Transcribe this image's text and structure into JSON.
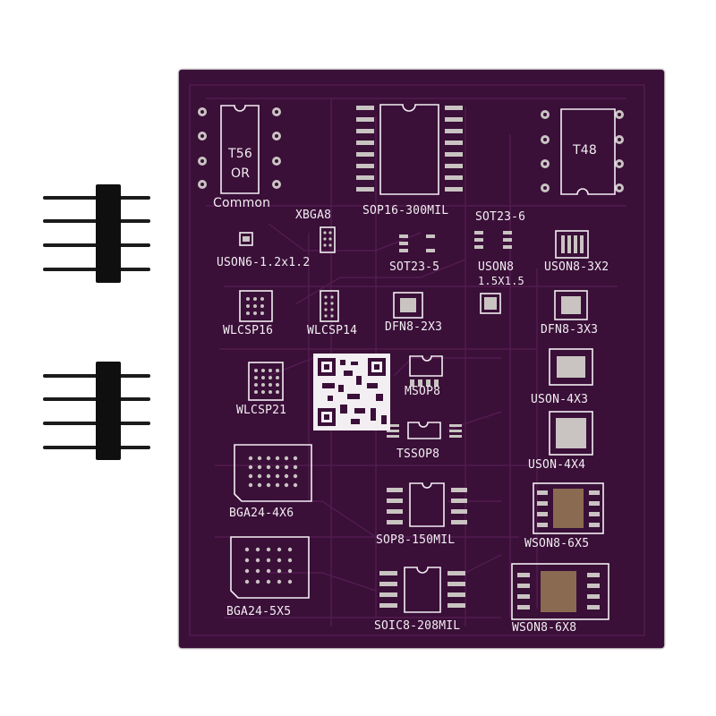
{
  "board": {
    "labels": {
      "t56": "T56",
      "or": "OR",
      "common": "Common",
      "t48": "T48",
      "sop16": "SOP16-300MIL",
      "xbga8": "XBGA8",
      "sot23_6": "SOT23-6",
      "uson6": "USON6-1.2x1.2",
      "sot23_5": "SOT23-5",
      "uson8": "USON8",
      "uson8_size": "1.5X1.5",
      "uson8_3x2": "USON8-3X2",
      "wlcsp16": "WLCSP16",
      "wlcsp14": "WLCSP14",
      "dfn8_2x3": "DFN8-2X3",
      "dfn8_3x3": "DFN8-3X3",
      "msop8": "MSOP8",
      "wlcsp21": "WLCSP21",
      "uson_4x3": "USON-4X3",
      "tssop8": "TSSOP8",
      "uson_4x4": "USON-4X4",
      "bga24_4x6": "BGA24-4X6",
      "sop8_150": "SOP8-150MIL",
      "wson8_6x5": "WSON8-6X5",
      "bga24_5x5": "BGA24-5X5",
      "soic8_208": "SOIC8-208MIL",
      "wson8_6x8": "WSON8-6X8"
    },
    "colors": {
      "pcb": "#3a0f38",
      "trace": "#4e1a4b",
      "silkscreen": "#f2eef2",
      "pad": "#c9c4c2",
      "header_pin": "#1b1b1b",
      "header_housing": "#0f0f0f"
    }
  }
}
